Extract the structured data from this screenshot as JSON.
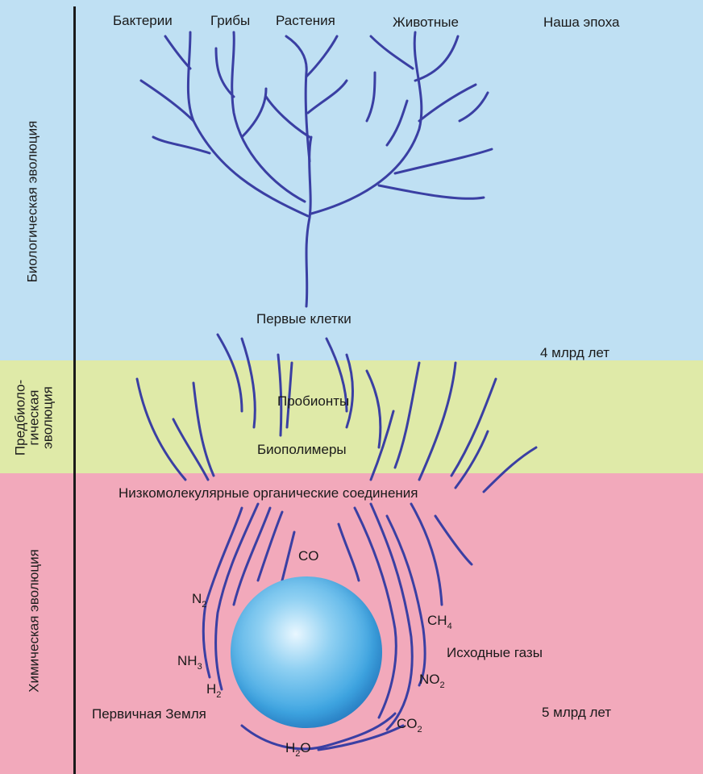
{
  "bands": {
    "biological": "Биологическая эволюция",
    "prebiological_1": "Предбиоло-",
    "prebiological_2": "гическая",
    "prebiological_3": "эволюция",
    "chemical": "Химическая эволюция"
  },
  "top_labels": {
    "bacteria": "Бактерии",
    "fungi": "Грибы",
    "plants": "Растения",
    "animals": "Животные",
    "present": "Наша эпоха"
  },
  "stages": {
    "first_cells": "Первые клетки",
    "probionts": "Пробионты",
    "biopolymers": "Биополимеры",
    "low_molecular": "Низкомолекулярные органические соединения",
    "initial_gases": "Исходные газы",
    "primary_earth": "Первичная Земля"
  },
  "time_marks": {
    "four_billion": "4 млрд лет",
    "five_billion": "5 млрд лет"
  },
  "gases": {
    "co": "CO",
    "n2_base": "N",
    "n2_sub": "2",
    "nh3_base": "NH",
    "nh3_sub": "3",
    "h2_base": "H",
    "h2_sub": "2",
    "ch4_base": "CH",
    "ch4_sub": "4",
    "no2_base": "NO",
    "no2_sub": "2",
    "co2_base": "CO",
    "co2_sub": "2",
    "h2o_base": "H",
    "h2o_sub": "2",
    "h2o_tail": "O"
  },
  "colors": {
    "biological_band": "#bfe0f3",
    "prebiological_band": "#dfeaa8",
    "chemical_band": "#f2a9bb",
    "lines": "#3a3fa3"
  }
}
